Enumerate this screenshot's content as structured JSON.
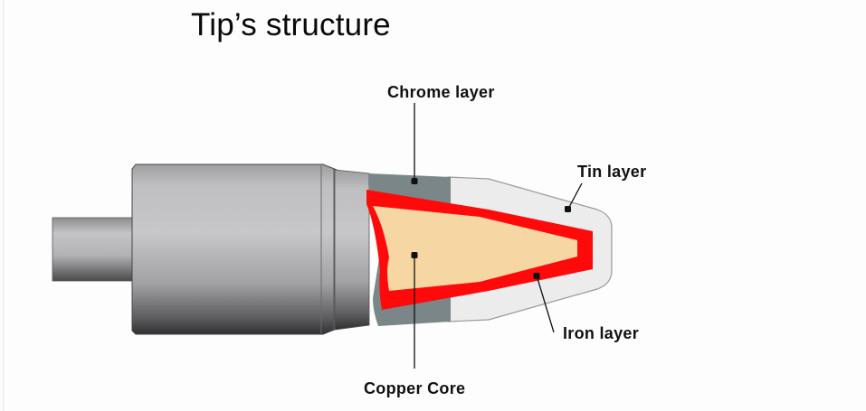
{
  "diagram": {
    "title": "Tip’s structure",
    "labels": {
      "chrome": "Chrome layer",
      "tin": "Tin layer",
      "iron": "Iron layer",
      "copper": "Copper Core"
    },
    "colors": {
      "chrome_layer": "#7b8688",
      "iron_layer": "#ff0a0a",
      "copper_core": "#f6d7a4",
      "tin_layer": "#ececec",
      "tin_outline": "#9a9a9a",
      "leader_line": "#111111",
      "body_light": "#c6c6c8",
      "body_dark": "#3c3c3e"
    }
  }
}
